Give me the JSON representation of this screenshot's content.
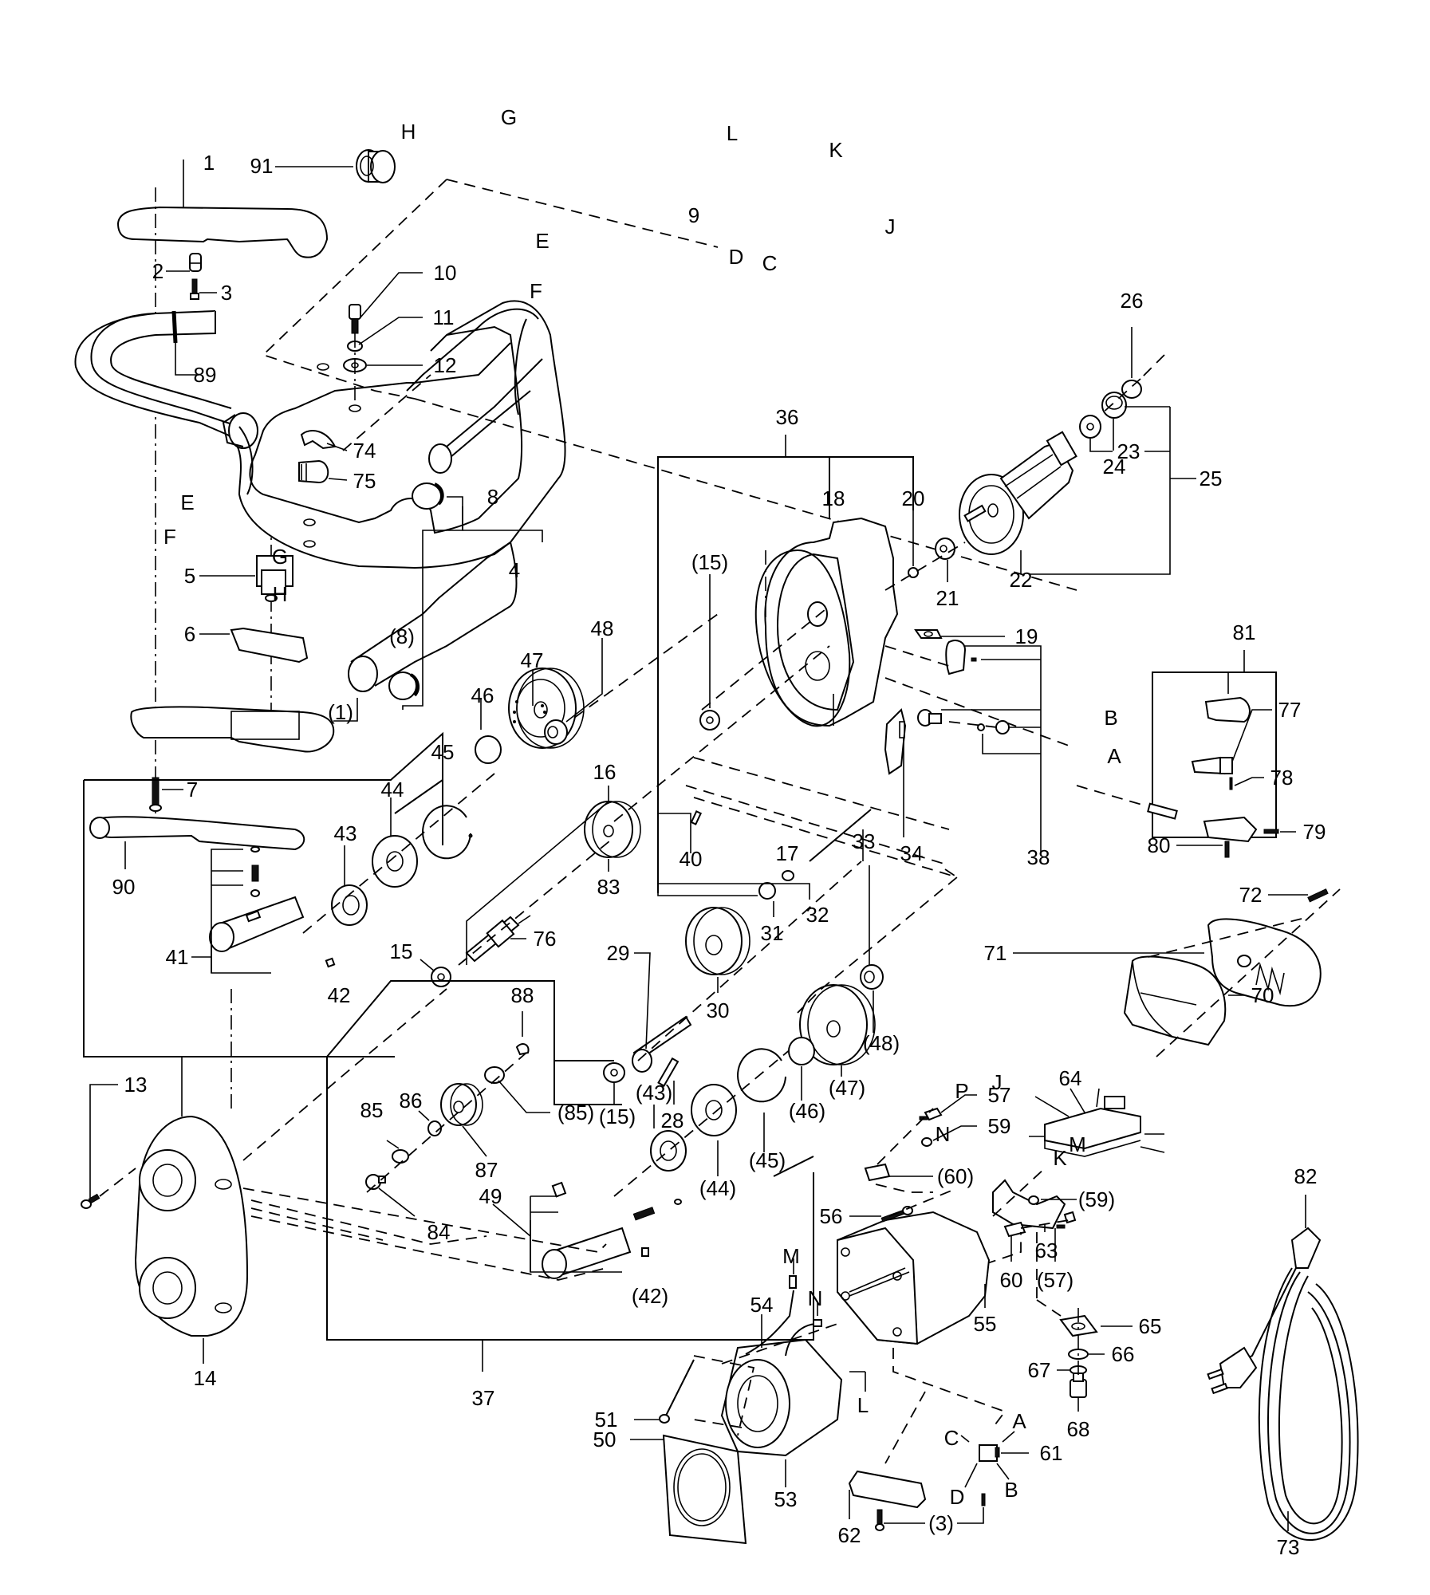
{
  "diagram": {
    "type": "exploded-parts-diagram",
    "background": "#ffffff",
    "line_color": "#000000",
    "part_callouts": {
      "p1": "1",
      "p1b": "(1)",
      "p2": "2",
      "p3": "3",
      "p3b": "(3)",
      "p4": "4",
      "p5": "5",
      "p6": "6",
      "p7": "7",
      "p8": "8",
      "p8b": "(8)",
      "p9": "9",
      "p10": "10",
      "p11": "11",
      "p12": "12",
      "p13": "13",
      "p14": "14",
      "p15": "15",
      "p15b": "(15)",
      "p15c": "(15)",
      "p16": "16",
      "p17": "17",
      "p18": "18",
      "p19": "19",
      "p20": "20",
      "p21": "21",
      "p22": "22",
      "p23": "23",
      "p24": "24",
      "p25": "25",
      "p26": "26",
      "p28": "28",
      "p29": "29",
      "p30": "30",
      "p31": "31",
      "p32": "32",
      "p33": "33",
      "p34": "34",
      "p36": "36",
      "p37": "37",
      "p38": "38",
      "p40": "40",
      "p41": "41",
      "p42": "42",
      "p42b": "(42)",
      "p43": "43",
      "p43b": "(43)",
      "p44": "44",
      "p44b": "(44)",
      "p45": "45",
      "p45b": "(45)",
      "p46": "46",
      "p46b": "(46)",
      "p47": "47",
      "p47b": "(47)",
      "p48": "48",
      "p48b": "(48)",
      "p49": "49",
      "p50": "50",
      "p51": "51",
      "p53": "53",
      "p54": "54",
      "p55": "55",
      "p56": "56",
      "p57": "57",
      "p57b": "(57)",
      "p59": "59",
      "p59b": "(59)",
      "p60": "60",
      "p60b": "(60)",
      "p61": "61",
      "p62": "62",
      "p63": "63",
      "p64": "64",
      "p65": "65",
      "p66": "66",
      "p67": "67",
      "p68": "68",
      "p70": "70",
      "p71": "71",
      "p72": "72",
      "p73": "73",
      "p74": "74",
      "p75": "75",
      "p76": "76",
      "p77": "77",
      "p78": "78",
      "p79": "79",
      "p80": "80",
      "p81": "81",
      "p82": "82",
      "p83": "83",
      "p84": "84",
      "p85": "85",
      "p85b": "(85)",
      "p86": "86",
      "p87": "87",
      "p88": "88",
      "p89": "89",
      "p90": "90",
      "p91": "91"
    },
    "wire_callouts": {
      "hTop": "H",
      "gTop": "G",
      "eTop": "E",
      "fTop": "F",
      "lCable": "L",
      "kCable": "K",
      "jCable": "J",
      "dCable": "D",
      "cCable": "C",
      "eSw": "E",
      "fSw": "F",
      "gSw": "G",
      "hSw": "H",
      "b81": "B",
      "a81": "A",
      "pBrd": "P",
      "jBrd": "J",
      "nBrd": "N",
      "mBrd": "M",
      "kBrd": "K",
      "mWire": "M",
      "nWire": "N",
      "lStat": "L",
      "a61": "A",
      "c61": "C",
      "d61": "D",
      "b61": "B"
    }
  }
}
